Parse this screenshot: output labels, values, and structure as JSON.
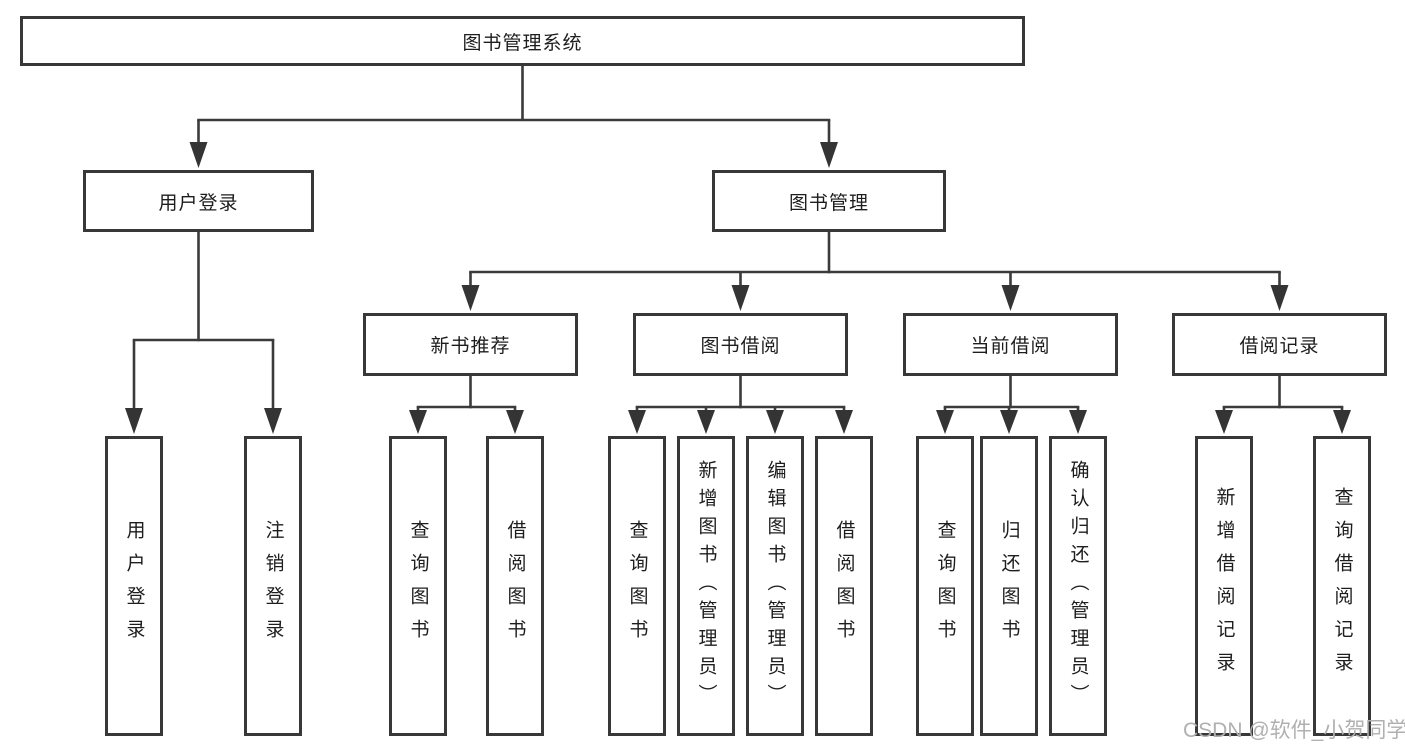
{
  "diagram": {
    "root": {
      "label": "图书管理系统"
    },
    "level2": [
      {
        "label": "用户登录"
      },
      {
        "label": "图书管理"
      }
    ],
    "level3": [
      {
        "label": "新书推荐"
      },
      {
        "label": "图书借阅"
      },
      {
        "label": "当前借阅"
      },
      {
        "label": "借阅记录"
      }
    ],
    "leaves": {
      "g1": [
        "用户登录",
        "注销登录"
      ],
      "g2": [
        "查询图书",
        "借阅图书"
      ],
      "g3": [
        "查询图书",
        "新增图书（管理员）",
        "编辑图书（管理员）",
        "借阅图书"
      ],
      "g4": [
        "查询图书",
        "归还图书",
        "确认归还（管理员）"
      ],
      "g5": [
        "新增借阅记录",
        "查询借阅记录"
      ]
    },
    "colors": {
      "line": "#3b3b3b",
      "box_border": "#383838",
      "text": "#1d1d1d",
      "watermark": "#b0b0b0",
      "background": "#ffffff"
    },
    "watermark": "CSDN @软件_小贺同学"
  }
}
